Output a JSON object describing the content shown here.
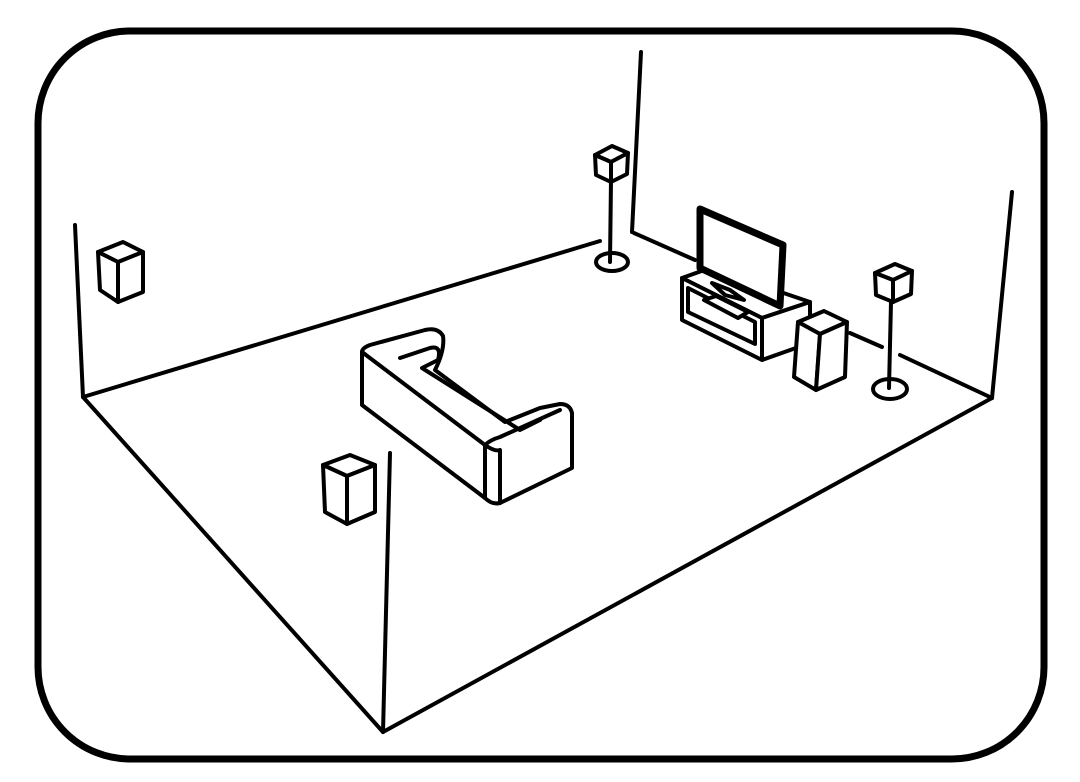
{
  "diagram": {
    "stroke_color": "#000000",
    "background": "#ffffff",
    "elements": [
      "room",
      "sofa",
      "tv",
      "tv-stand",
      "subwoofer",
      "front-left-speaker",
      "front-right-speaker",
      "surround-left-speaker",
      "surround-back-speaker"
    ]
  }
}
